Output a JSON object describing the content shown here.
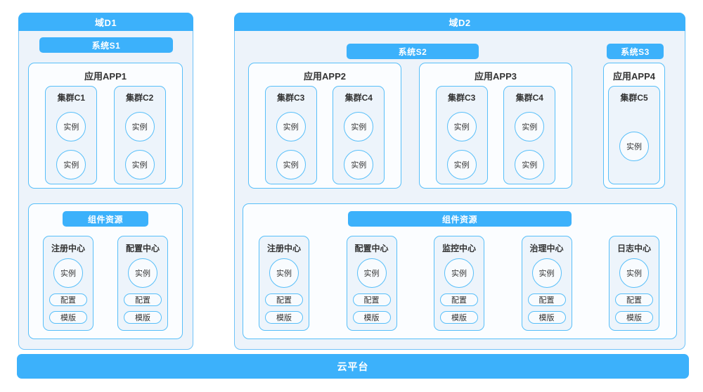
{
  "colors": {
    "accent": "#3CB1FB",
    "box_border": "#58BFF9",
    "domain_border": "#70C3F8",
    "domain_fill": "#EDF3FA",
    "panel_fill": "#FBFDFF",
    "inner_fill": "#EDF4FB",
    "circle_fill": "#F8FBFE",
    "text": "#333333"
  },
  "domains": [
    {
      "title": "域D1",
      "systems": [
        {
          "label": "系统S1"
        }
      ],
      "apps": [
        {
          "title": "应用APP1",
          "clusters": [
            {
              "title": "集群C1",
              "instances": [
                "实例",
                "实例"
              ]
            },
            {
              "title": "集群C2",
              "instances": [
                "实例",
                "实例"
              ]
            }
          ]
        }
      ],
      "components": {
        "title": "组件资源",
        "centers": [
          {
            "title": "注册中心",
            "instance": "实例",
            "tags": [
              "配置",
              "模版"
            ]
          },
          {
            "title": "配置中心",
            "instance": "实例",
            "tags": [
              "配置",
              "模版"
            ]
          }
        ]
      }
    },
    {
      "title": "域D2",
      "systems": [
        {
          "label": "系统S2"
        },
        {
          "label": "系统S3"
        }
      ],
      "apps": [
        {
          "title": "应用APP2",
          "clusters": [
            {
              "title": "集群C3",
              "instances": [
                "实例",
                "实例"
              ]
            },
            {
              "title": "集群C4",
              "instances": [
                "实例",
                "实例"
              ]
            }
          ]
        },
        {
          "title": "应用APP3",
          "clusters": [
            {
              "title": "集群C3",
              "instances": [
                "实例",
                "实例"
              ]
            },
            {
              "title": "集群C4",
              "instances": [
                "实例",
                "实例"
              ]
            }
          ]
        },
        {
          "title": "应用APP4",
          "clusters": [
            {
              "title": "集群C5",
              "instances": [
                "实例"
              ]
            }
          ]
        }
      ],
      "components": {
        "title": "组件资源",
        "centers": [
          {
            "title": "注册中心",
            "instance": "实例",
            "tags": [
              "配置",
              "模版"
            ]
          },
          {
            "title": "配置中心",
            "instance": "实例",
            "tags": [
              "配置",
              "模版"
            ]
          },
          {
            "title": "监控中心",
            "instance": "实例",
            "tags": [
              "配置",
              "模版"
            ]
          },
          {
            "title": "治理中心",
            "instance": "实例",
            "tags": [
              "配置",
              "模版"
            ]
          },
          {
            "title": "日志中心",
            "instance": "实例",
            "tags": [
              "配置",
              "模版"
            ]
          }
        ]
      }
    }
  ],
  "platform": {
    "label": "云平台"
  }
}
